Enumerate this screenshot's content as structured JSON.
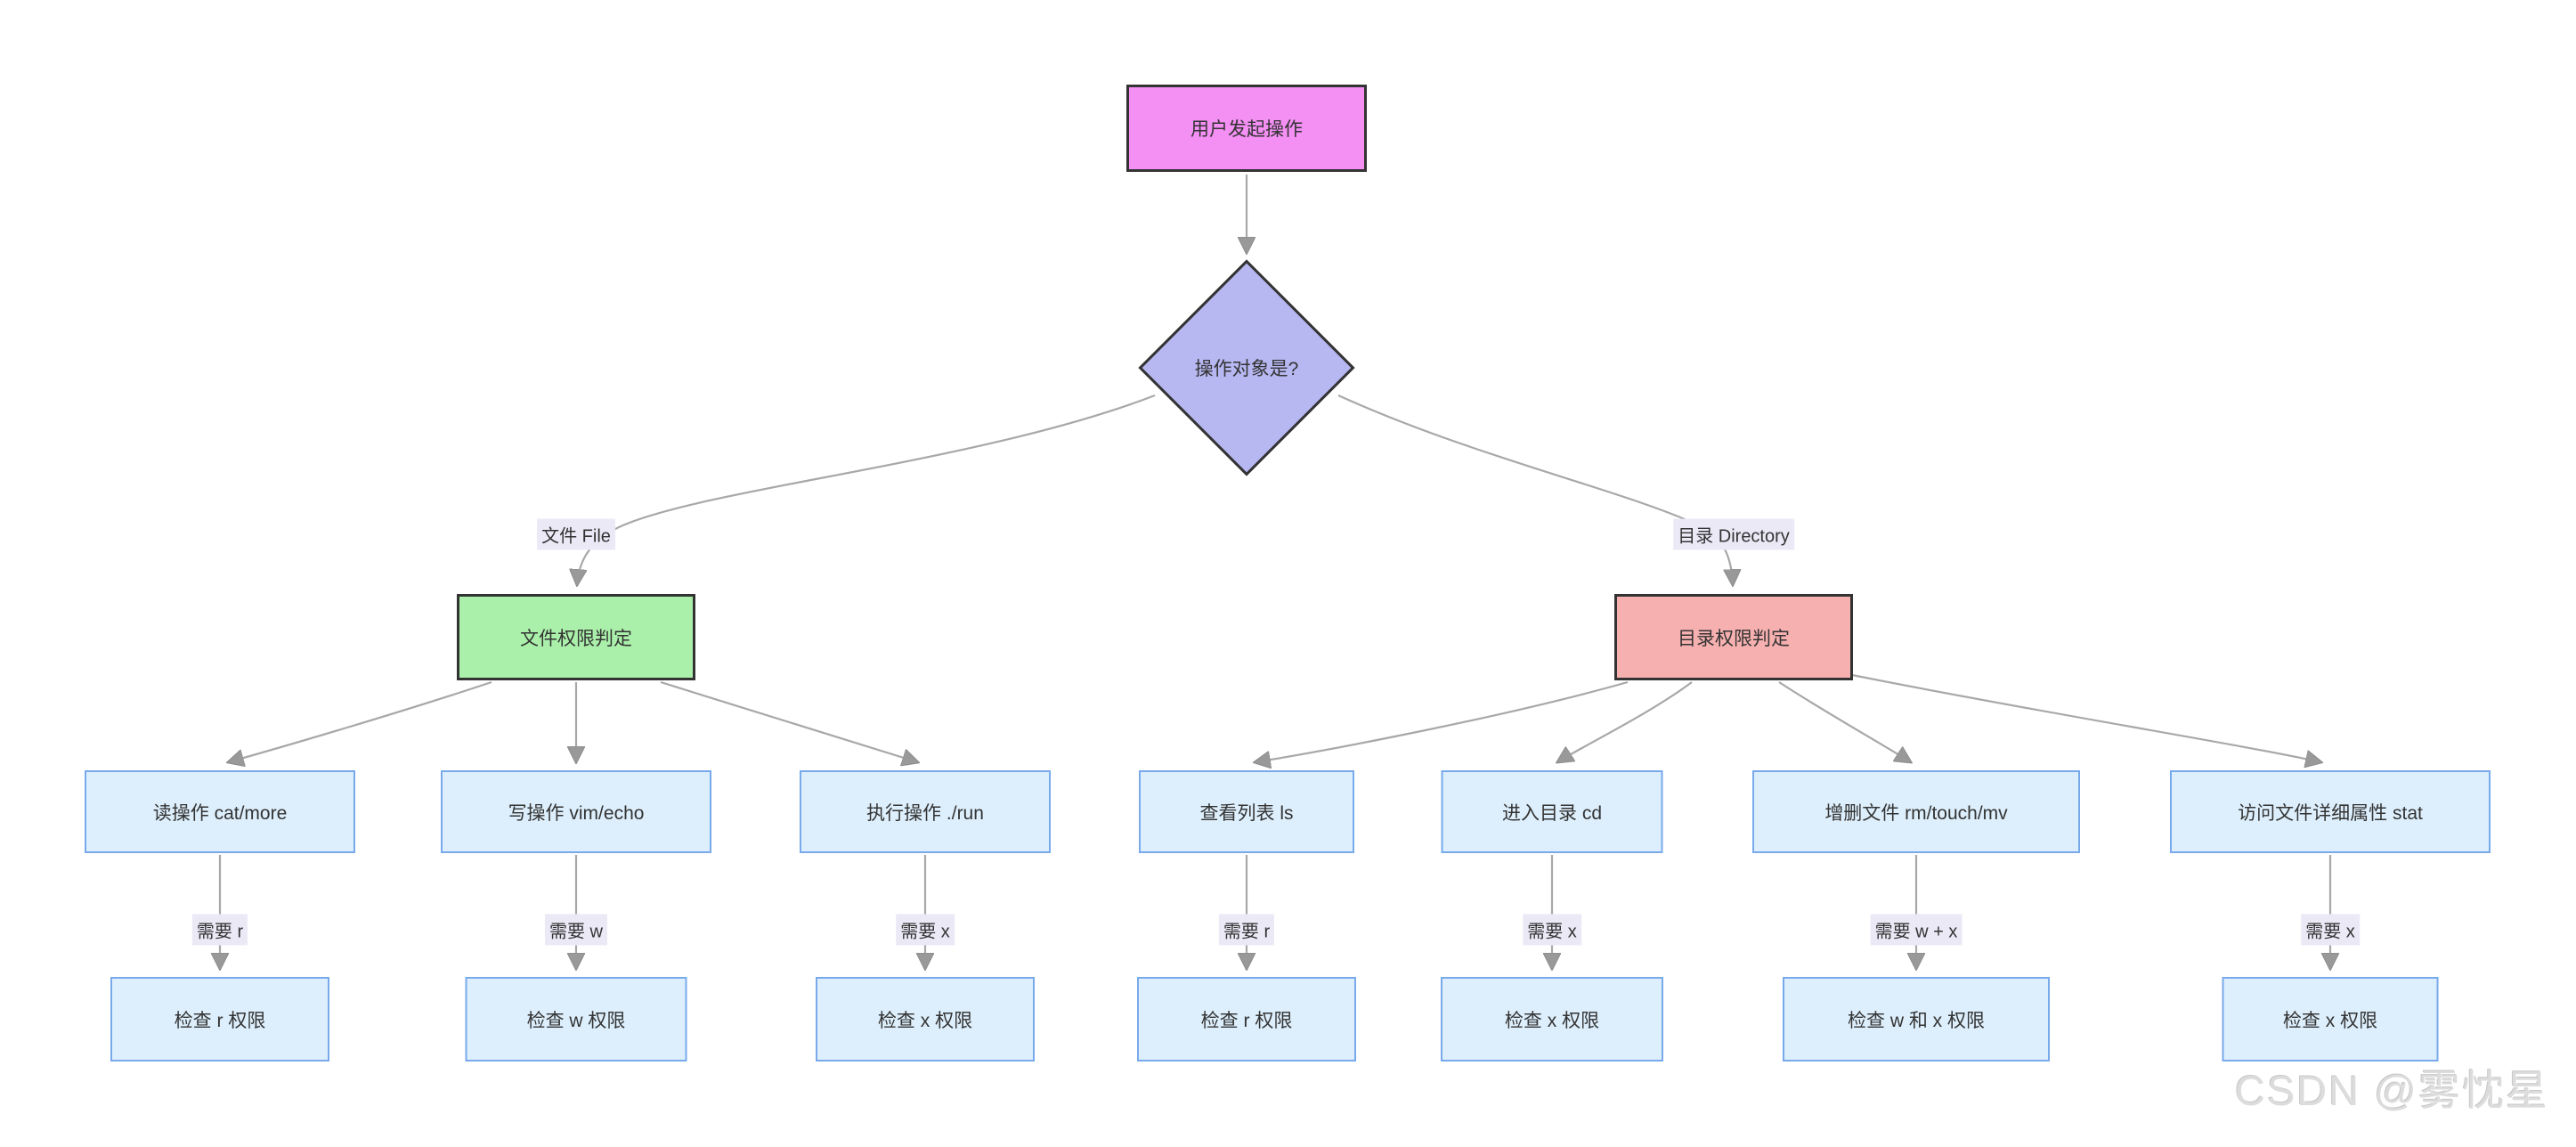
{
  "diagram": {
    "root": {
      "label": "用户发起操作"
    },
    "decision": {
      "label": "操作对象是?"
    },
    "branches": [
      {
        "edge_label": "文件 File",
        "node_label": "文件权限判定"
      },
      {
        "edge_label": "目录 Directory",
        "node_label": "目录权限判定"
      }
    ],
    "file_ops": [
      {
        "op": "读操作 cat/more",
        "need": "需要 r",
        "check": "检查 r 权限"
      },
      {
        "op": "写操作 vim/echo",
        "need": "需要 w",
        "check": "检查 w 权限"
      },
      {
        "op": "执行操作 ./run",
        "need": "需要 x",
        "check": "检查 x 权限"
      }
    ],
    "dir_ops": [
      {
        "op": "查看列表 ls",
        "need": "需要 r",
        "check": "检查 r 权限"
      },
      {
        "op": "进入目录 cd",
        "need": "需要 x",
        "check": "检查 x 权限"
      },
      {
        "op": "增删文件 rm/touch/mv",
        "need": "需要 w + x",
        "check": "检查 w 和 x 权限"
      },
      {
        "op": "访问文件详细属性 stat",
        "need": "需要 x",
        "check": "检查 x 权限"
      }
    ],
    "colors": {
      "root_fill": "#f48ff4",
      "decision_fill": "#b7b7f2",
      "file_fill": "#aaf0aa",
      "dir_fill": "#f7b0b0",
      "leaf_fill": "#ddeffc",
      "leaf_border": "#78aaeb",
      "node_border": "#333333",
      "edge": "#a8a8a8",
      "edge_label_bg": "#ece9f7",
      "text": "#333333"
    },
    "watermark": "CSDN @雾忱星"
  }
}
